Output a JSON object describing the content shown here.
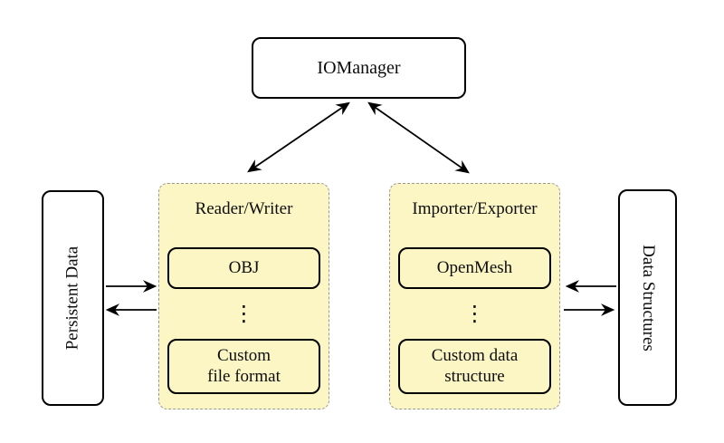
{
  "io_manager": {
    "label": "IOManager"
  },
  "reader_writer_group": {
    "title": "Reader/Writer",
    "top_box_label": "OBJ",
    "ellipsis": "⋮",
    "bottom_box_line1": "Custom",
    "bottom_box_line2": "file format"
  },
  "importer_exporter_group": {
    "title": "Importer/Exporter",
    "top_box_label": "OpenMesh",
    "ellipsis": "⋮",
    "bottom_box_line1": "Custom data",
    "bottom_box_line2": "structure"
  },
  "persistent_data_box": {
    "label": "Persistent Data"
  },
  "data_structures_box": {
    "label": "Data Structures"
  },
  "colors": {
    "group_fill": "#fbf6c3",
    "group_border": "#999999",
    "box_border": "#000000",
    "arrow": "#000000",
    "background": "#ffffff"
  }
}
